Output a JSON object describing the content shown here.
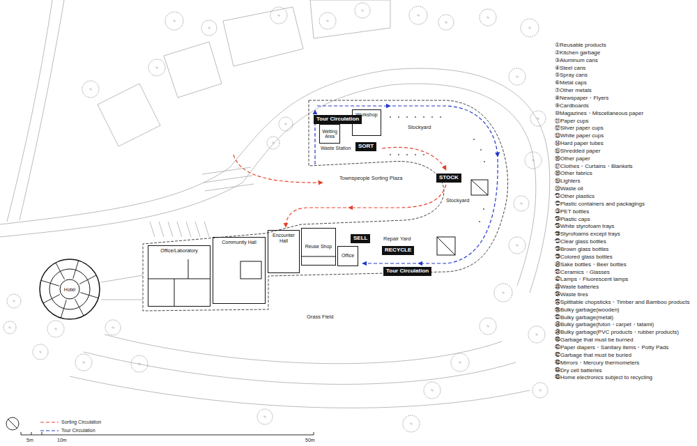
{
  "diagram": {
    "nodes": [
      {
        "text": [
          "Workshop"
        ]
      },
      {
        "text": [
          "Welting Area"
        ]
      },
      {
        "text": [
          "SORT"
        ]
      },
      {
        "text": [
          "STOCK"
        ]
      },
      {
        "text": [
          "Tour Circulation"
        ]
      },
      {
        "text": [
          "Reuse Shop"
        ]
      },
      {
        "text": [
          "Office"
        ]
      },
      {
        "text": [
          "SELL"
        ]
      },
      {
        "text": [
          "RECYCLE"
        ]
      },
      {
        "text": [
          "Encounter Hall"
        ]
      },
      {
        "text": [
          "Community Hall"
        ]
      },
      {
        "text": [
          "Office/Laboratory"
        ]
      },
      {
        "text": [
          "Hotel"
        ]
      },
      {
        "text": [
          "Tour Circulation"
        ]
      }
    ],
    "labels": [
      "Waste Station",
      "Stockyard",
      "Townspeople Sorting Plaza",
      "Stockyard",
      "Repair Yard",
      "Grass Field",
      "5m",
      "10m",
      "50m",
      "①Reusable products",
      "②Kitchen garbage",
      "③Aluminum cans",
      "④Steel cans",
      "⑤Spray cans",
      "⑥Metal caps",
      "⑦Other metals",
      "⑧Newspaper・Flyers",
      "⑨Cardboards",
      "⑩Magazines・Miscellaneous paper",
      "⑪Paper cups",
      "⑫Silver paper cups",
      "⑬White paper cups",
      "⑭Hard paper tubes",
      "⑮Shredded paper",
      "⑯Other paper",
      "⑰Clothes・Curtains・Blankets",
      "⑱Other fabrics",
      "⑲Lighters",
      "⑳Waste oil",
      "㉑Other plastics",
      "㉒Plastic containers and packagings",
      "㉓PET bottles",
      "㉔Plastic caps",
      "㉕White styrofoam trays",
      "㉖Styrofoams except trays",
      "㉗Clear glass bottles",
      "㉘Brown glass bottles",
      "㉙Colored glass bottles",
      "㉚Sake bottles・Beer bottles",
      "㉛Ceramics・Glasses",
      "㉜Lamps・Fluorescent lamps",
      "㉝Waste batteries",
      "㉞Waste tires",
      "㉟Splittable chopsticks・Timber and Bamboo products",
      "㊱Bulky garbage(wooden)",
      "㊲Bulky garbage(metal)",
      "㊳Bulky garbage(futon・carpet・tatami)",
      "㊴Bulky garbage(PVC products・rubber products)",
      "㊵Garbage that must be burned",
      "㊶Paper diapers・Sanitary items・Potty Pads",
      "㊷Garbage that must be buried",
      "㊸Mirrors・Mercury thermometers",
      "㊹Dry cell batteries",
      "㊺Home electronics subject to recycling"
    ],
    "legend": [
      {
        "text": "Sorting Circulation"
      },
      {
        "text": "Tour Circulation"
      }
    ]
  }
}
